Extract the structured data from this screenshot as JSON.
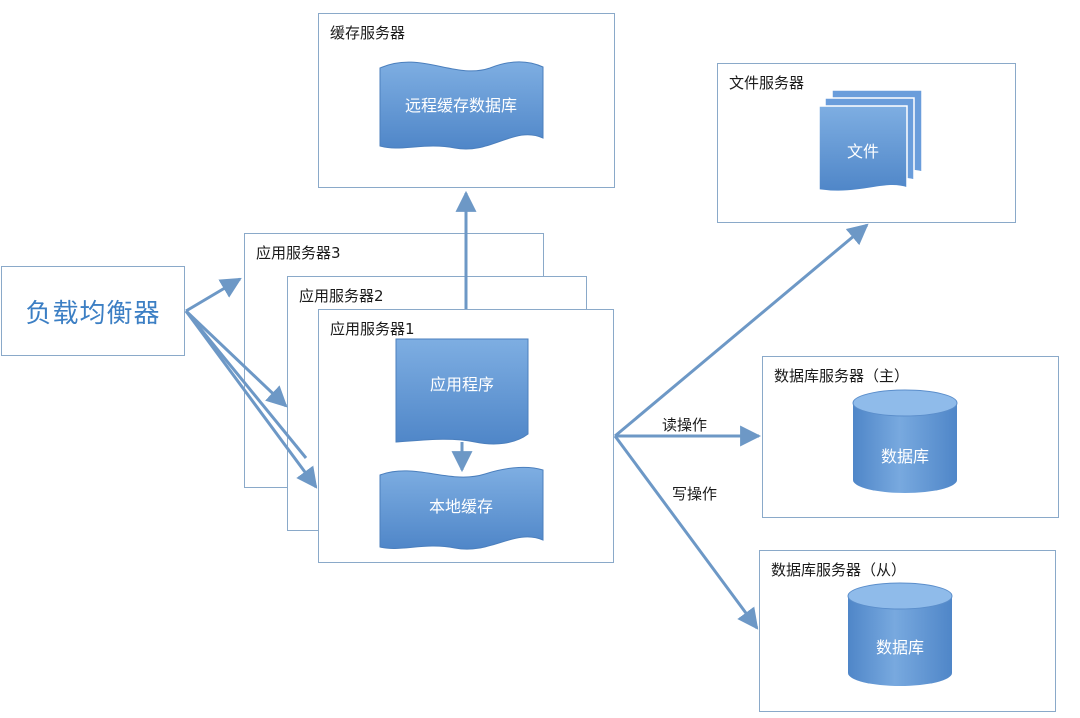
{
  "load_balancer": {
    "label": "负载均衡器"
  },
  "cache_server": {
    "title": "缓存服务器",
    "db_label": "远程缓存数据库"
  },
  "file_server": {
    "title": "文件服务器",
    "doc_label": "文件"
  },
  "app_servers": {
    "server3_title": "应用服务器3",
    "server2_title": "应用服务器2",
    "server1_title": "应用服务器1",
    "program_label": "应用程序",
    "local_cache_label": "本地缓存"
  },
  "db_master": {
    "title": "数据库服务器（主）",
    "db_label": "数据库"
  },
  "db_slave": {
    "title": "数据库服务器（从）",
    "db_label": "数据库"
  },
  "edges": {
    "read_label": "读操作",
    "write_label": "写操作"
  },
  "colors": {
    "box_border": "#8aa9c9",
    "arrow": "#6d98c6",
    "shape_fill": "#5e93d1",
    "lb_text": "#3c7fc4"
  }
}
